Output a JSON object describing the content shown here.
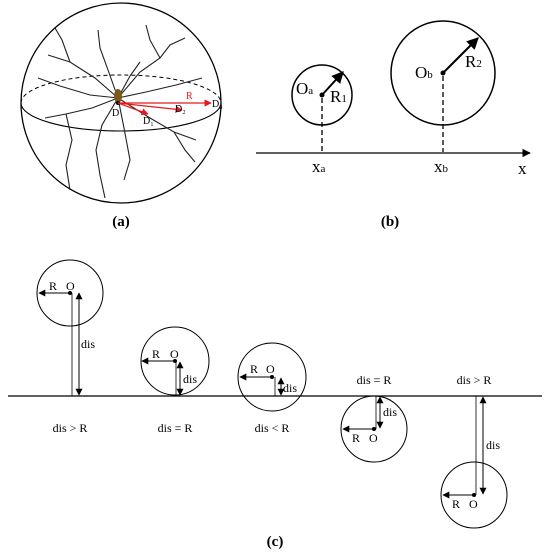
{
  "panel_a": {
    "caption": "(a)",
    "center_label": "D",
    "radius_label": "R",
    "d1_label": "D₁",
    "d2_label": "D₂",
    "d3_label": "D₃",
    "radius_color": "#e41a1c",
    "spider_color": "#7a5a1a"
  },
  "panel_b": {
    "caption": "(b)",
    "axis_label": "x",
    "circle_a": {
      "center_label": "O",
      "center_sub": "a",
      "radius_label": "R",
      "radius_sub": "1",
      "x_label": "x",
      "x_sub": "a"
    },
    "circle_b": {
      "center_label": "O",
      "center_sub": "b",
      "radius_label": "R",
      "radius_sub": "2",
      "x_label": "x",
      "x_sub": "b"
    }
  },
  "panel_c": {
    "caption": "(c)",
    "cases": [
      {
        "condition_below": "dis > R",
        "r_label": "R",
        "o_label": "O",
        "dis_label": "dis"
      },
      {
        "condition_below": "dis = R",
        "r_label": "R",
        "o_label": "O",
        "dis_label": "dis"
      },
      {
        "condition_below": "dis < R",
        "r_label": "R",
        "o_label": "O",
        "dis_label": "dis"
      },
      {
        "condition_above": "dis = R",
        "r_label": "R",
        "o_label": "O",
        "dis_label": "dis"
      },
      {
        "condition_above": "dis > R",
        "r_label": "R",
        "o_label": "O",
        "dis_label": "dis"
      }
    ]
  }
}
